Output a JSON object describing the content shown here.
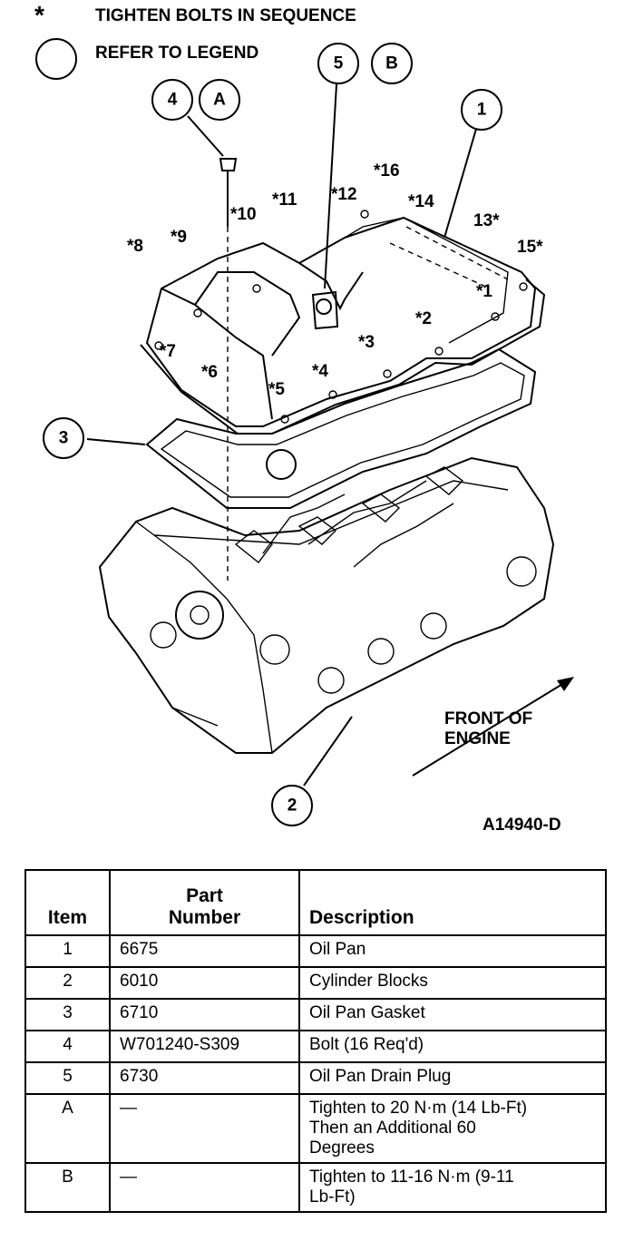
{
  "legend": {
    "asterisk_symbol": "*",
    "asterisk_text": "TIGHTEN BOLTS IN SEQUENCE",
    "circle_text": "REFER TO LEGEND"
  },
  "callouts": {
    "item1": "1",
    "item2": "2",
    "item3": "3",
    "item4": "4",
    "item5": "5",
    "note_a": "A",
    "note_b": "B"
  },
  "bolt_sequence": {
    "b1": "*1",
    "b2": "*2",
    "b3": "*3",
    "b4": "*4",
    "b5": "*5",
    "b6": "*6",
    "b7": "*7",
    "b8": "*8",
    "b9": "*9",
    "b10": "*10",
    "b11": "*11",
    "b12": "*12",
    "b13": "13*",
    "b14": "*14",
    "b15": "15*",
    "b16": "*16"
  },
  "front_label_line1": "FRONT OF",
  "front_label_line2": "ENGINE",
  "figure_id": "A14940-D",
  "table": {
    "headers": {
      "item": "Item",
      "part_number_line1": "Part",
      "part_number_line2": "Number",
      "description": "Description"
    },
    "rows": [
      {
        "item": "1",
        "part": "6675",
        "desc": "Oil Pan"
      },
      {
        "item": "2",
        "part": "6010",
        "desc": "Cylinder Blocks"
      },
      {
        "item": "3",
        "part": "6710",
        "desc": "Oil Pan Gasket"
      },
      {
        "item": "4",
        "part": "W701240-S309",
        "desc": "Bolt (16 Req'd)"
      },
      {
        "item": "5",
        "part": "6730",
        "desc": "Oil Pan Drain Plug"
      },
      {
        "item": "A",
        "part": "—",
        "desc": "Tighten to 20 N·m (14 Lb-Ft)\nThen an Additional 60\nDegrees"
      },
      {
        "item": "B",
        "part": "—",
        "desc": "Tighten to 11-16 N·m (9-11\nLb-Ft)"
      }
    ]
  }
}
